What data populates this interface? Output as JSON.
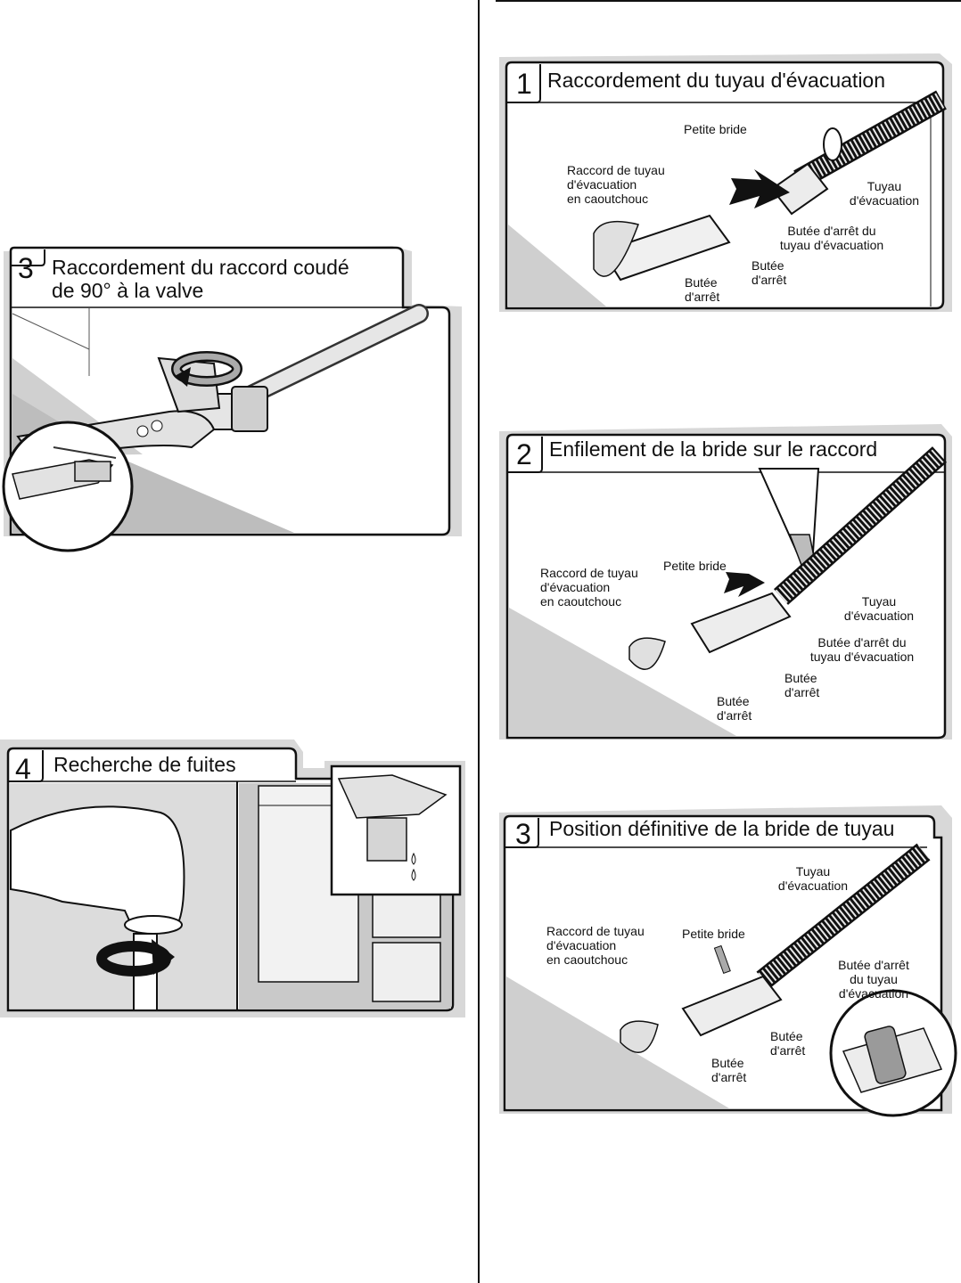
{
  "left": {
    "step3": {
      "number": "3",
      "title_line1": "Raccordement du raccord coudé",
      "title_line2": "de 90° à la valve"
    },
    "step4": {
      "number": "4",
      "title": "Recherche de fuites"
    }
  },
  "right": {
    "step1": {
      "number": "1",
      "title": "Raccordement du tuyau d'évacuation",
      "labels": {
        "small_clamp": "Petite bride",
        "rubber_connector": [
          "Raccord de tuyau",
          "d'évacuation",
          "en caoutchouc"
        ],
        "drain_hose": [
          "Tuyau",
          "d'évacuation"
        ],
        "hose_stop": [
          "Butée d'arrêt du",
          "tuyau d'évacuation"
        ],
        "stop_right": [
          "Butée",
          "d'arrêt"
        ],
        "stop_left": [
          "Butée",
          "d'arrêt"
        ]
      }
    },
    "step2": {
      "number": "2",
      "title": "Enfilement de la bride sur le raccord",
      "labels": {
        "small_clamp": "Petite bride",
        "rubber_connector": [
          "Raccord de tuyau",
          "d'évacuation",
          "en caoutchouc"
        ],
        "drain_hose": [
          "Tuyau",
          "d'évacuation"
        ],
        "hose_stop": [
          "Butée d'arrêt du",
          "tuyau d'évacuation"
        ],
        "stop_right": [
          "Butée",
          "d'arrêt"
        ],
        "stop_left": [
          "Butée",
          "d'arrêt"
        ]
      }
    },
    "step3": {
      "number": "3",
      "title": "Position définitive de la bride de tuyau",
      "labels": {
        "drain_hose": [
          "Tuyau",
          "d'évacuation"
        ],
        "rubber_connector": [
          "Raccord de tuyau",
          "d'évacuation",
          "en caoutchouc"
        ],
        "small_clamp": "Petite bride",
        "hose_stop": [
          "Butée d'arrêt",
          "du tuyau",
          "d'évacuation"
        ],
        "stop_right": [
          "Butée",
          "d'arrêt"
        ],
        "stop_left": [
          "Butée",
          "d'arrêt"
        ]
      }
    }
  }
}
